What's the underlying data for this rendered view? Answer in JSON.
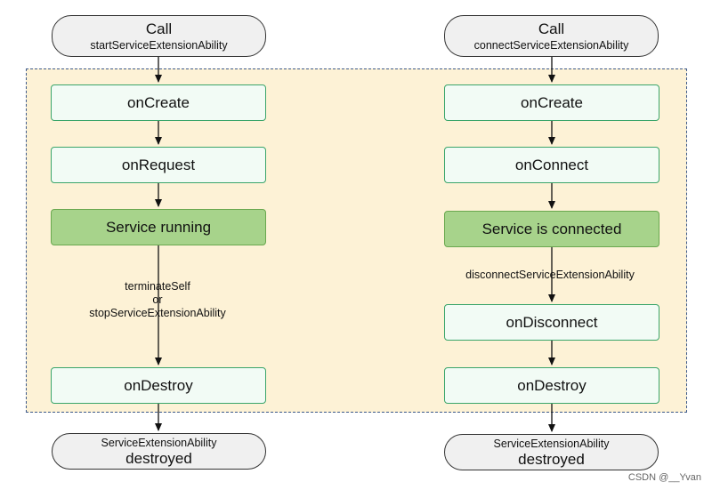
{
  "left": {
    "start": {
      "line1": "Call",
      "line2": "startServiceExtensionAbility"
    },
    "on_create": "onCreate",
    "on_request": "onRequest",
    "running": "Service running",
    "edge_label": {
      "line1": "terminateSelf",
      "line2": "or",
      "line3": "stopServiceExtensionAbility"
    },
    "on_destroy": "onDestroy",
    "end": {
      "line1": "ServiceExtensionAbility",
      "line2": "destroyed"
    }
  },
  "right": {
    "start": {
      "line1": "Call",
      "line2": "connectServiceExtensionAbility"
    },
    "on_create": "onCreate",
    "on_connect": "onConnect",
    "connected": "Service is connected",
    "edge_label": "disconnectServiceExtensionAbility",
    "on_disconnect": "onDisconnect",
    "on_destroy": "onDestroy",
    "end": {
      "line1": "ServiceExtensionAbility",
      "line2": "destroyed"
    }
  },
  "watermark": "CSDN @__Yvan",
  "colors": {
    "region_fill": "#fdf2d6",
    "region_border": "#3d5a8c",
    "box_fill": "#f2fbf5",
    "box_border": "#3aa56a",
    "active_fill": "#a7d38b",
    "terminal_fill": "#f0f0f0"
  }
}
